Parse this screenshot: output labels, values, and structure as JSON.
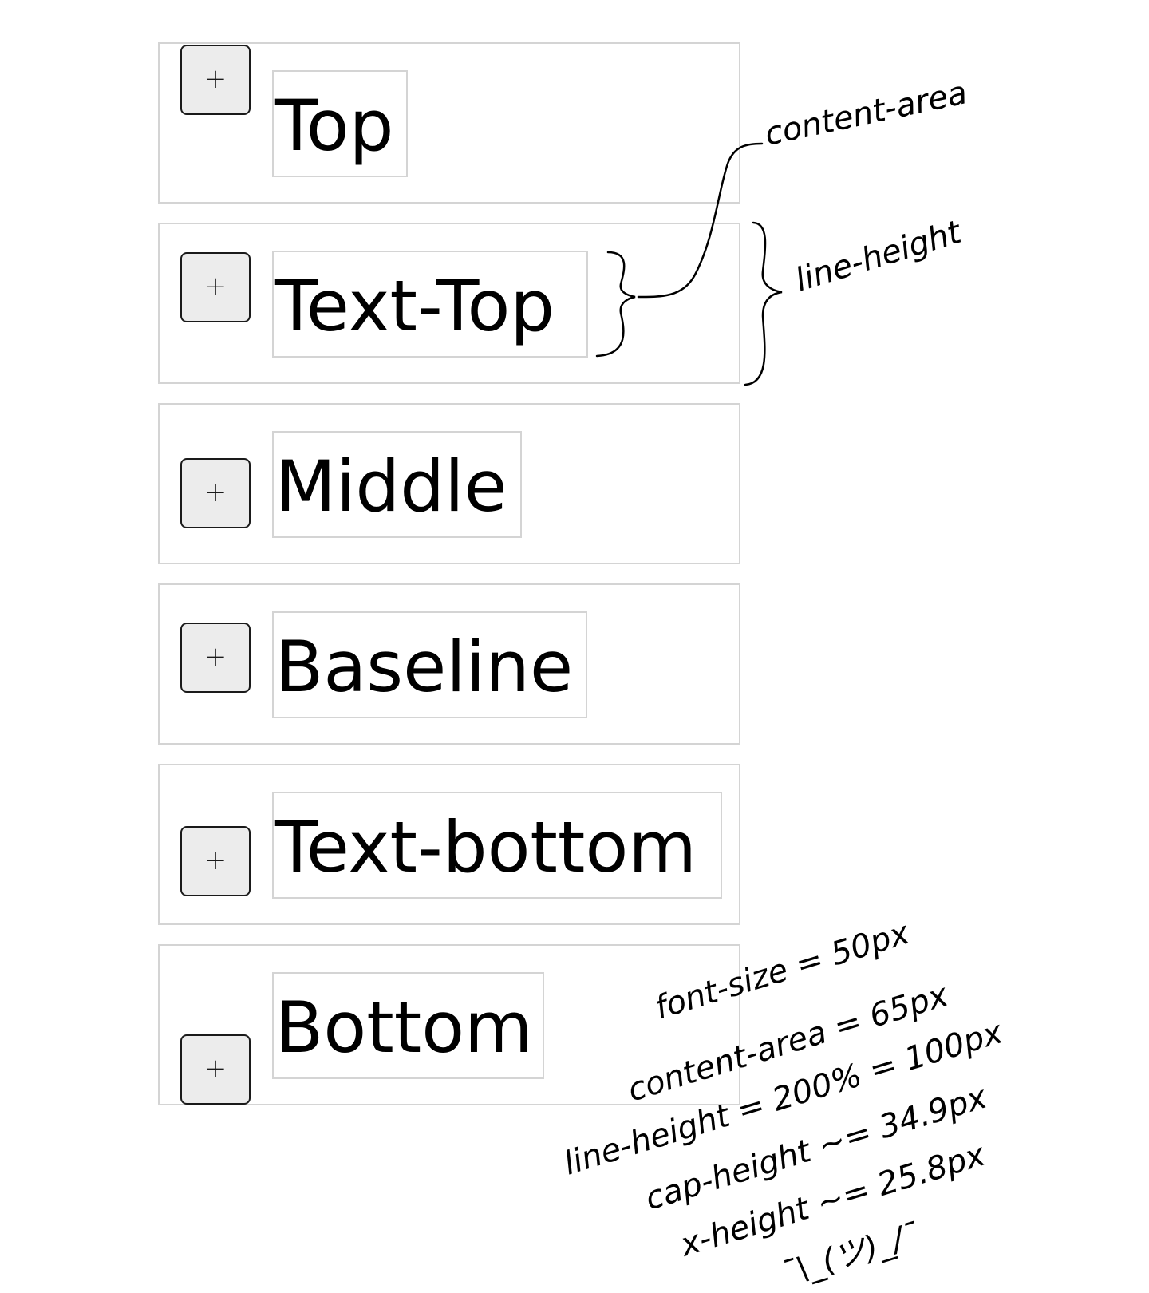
{
  "rows": [
    {
      "button_label": "+",
      "label": "Top"
    },
    {
      "button_label": "+",
      "label": "Text-Top"
    },
    {
      "button_label": "+",
      "label": "Middle"
    },
    {
      "button_label": "+",
      "label": "Baseline"
    },
    {
      "button_label": "+",
      "label": "Text-bottom"
    },
    {
      "button_label": "+",
      "label": "Bottom"
    }
  ],
  "annotations": {
    "content_area_label": "content-area",
    "line_height_label": "line-height",
    "notes": [
      "font-size = 50px",
      "content-area = 65px",
      "line-height = 200% = 100px",
      "cap-height ~= 34.9px",
      "x-height ~= 25.8px",
      "¯\\_(ツ)_/¯"
    ]
  },
  "colors": {
    "row_border": "#d4d4d4",
    "button_fill": "#ececec",
    "button_border": "#1a1a1a",
    "text": "#000000"
  }
}
